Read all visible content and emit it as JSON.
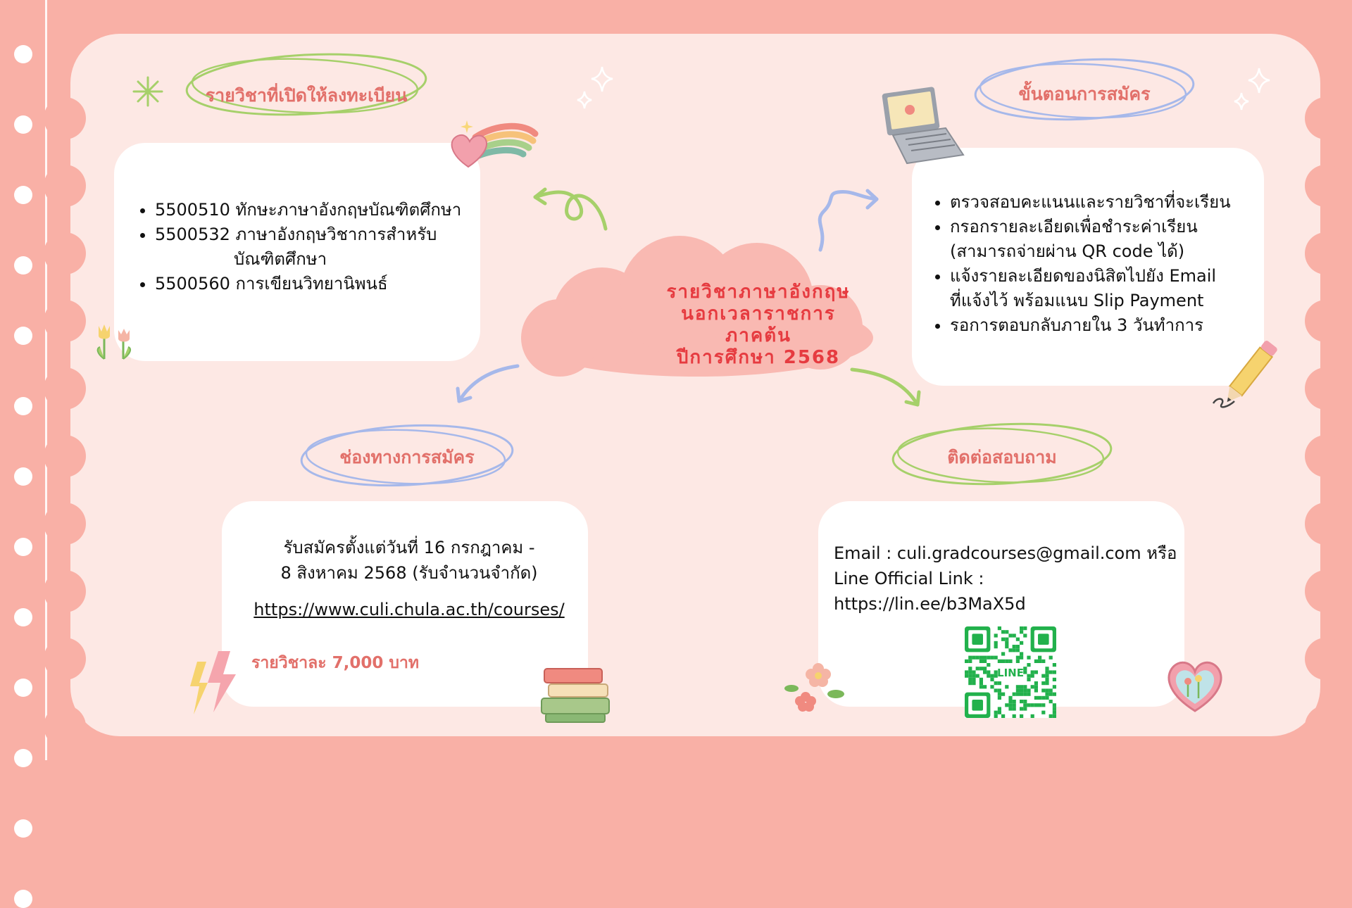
{
  "center": {
    "line1": "รายวิชาภาษาอังกฤษ",
    "line2": "นอกเวลาราชการ",
    "line3": "ภาคต้น",
    "line4": "ปีการศึกษา 2568"
  },
  "courses": {
    "title": "รายวิชาที่เปิดให้ลงทะเบียน",
    "items": [
      {
        "line": "5500510 ทักษะภาษาอังกฤษบัณฑิตศึกษา",
        "cont": ""
      },
      {
        "line": "5500532 ภาษาอังกฤษวิชาการสำหรับ",
        "cont": "บัณฑิตศึกษา"
      },
      {
        "line": "5500560 การเขียนวิทยานิพนธ์",
        "cont": ""
      }
    ]
  },
  "steps": {
    "title": "ขั้นตอนการสมัคร",
    "items": [
      {
        "line": "ตรวจสอบคะแนนและรายวิชาที่จะเรียน",
        "cont": ""
      },
      {
        "line": "กรอกรายละเอียดเพื่อชำระค่าเรียน",
        "cont": "(สามารถจ่ายผ่าน QR code ได้)"
      },
      {
        "line": "แจ้งรายละเอียดของนิสิตไปยัง Email",
        "cont": "ที่แจ้งไว้ พร้อมแนบ Slip Payment"
      },
      {
        "line": "รอการตอบกลับภายใน 3 วันทำการ",
        "cont": ""
      }
    ]
  },
  "channels": {
    "title": "ช่องทางการสมัคร",
    "period_line1": "รับสมัครตั้งแต่วันที่ 16 กรกฎาคม -",
    "period_line2": "8 สิงหาคม 2568 (รับจำนวนจำกัด)",
    "url": "https://www.culi.chula.ac.th/courses/",
    "price": "รายวิชาละ 7,000 บาท"
  },
  "contact": {
    "title": "ติดต่อสอบถาม",
    "email_line": "Email : culi.gradcourses@gmail.com หรือ",
    "line_line": "Line Official Link : https://lin.ee/b3MaX5d",
    "qr_badge": "LINE"
  },
  "colors": {
    "background": "#f9b0a6",
    "frame": "#fde8e4",
    "heading": "#e2706a",
    "center_title": "#e63b40",
    "green_ring": "#a6d06a",
    "blue_ring": "#a6b8ea",
    "qr": "#22b14c"
  }
}
